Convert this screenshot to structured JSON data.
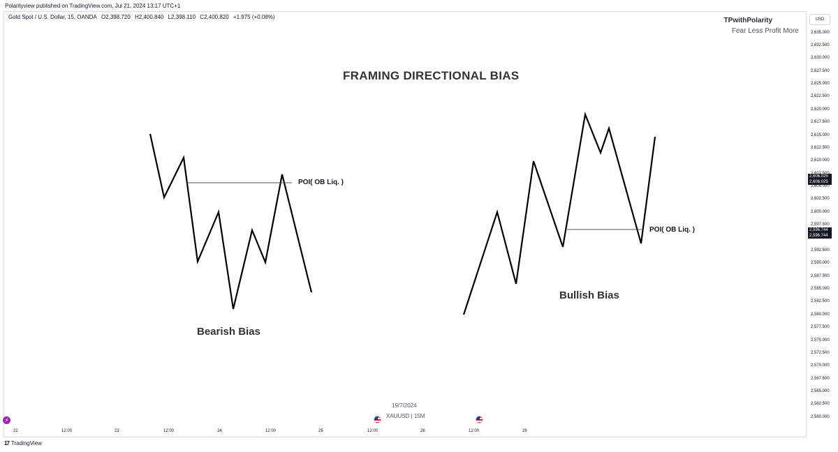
{
  "header": {
    "publisher_line": "Polarityview published on TradingView.com, Jul 21, 2024 13:17 UTC+1"
  },
  "symbol": {
    "name": "Gold Spot / U.S. Dollar, 15, OANDA",
    "open": "O2,398.720",
    "high": "H2,400.840",
    "low": "L2,398.110",
    "close": "C2,400.820",
    "change": "+1.975 (+0.08%)"
  },
  "watermark": {
    "name": "TPwithPolarity",
    "tagline": "Fear Less Profit More"
  },
  "price_axis": {
    "currency": "USD",
    "ticks": [
      "2,635.000",
      "2,632.500",
      "2,630.000",
      "2,627.500",
      "2,625.000",
      "2,622.500",
      "2,620.000",
      "2,617.500",
      "2,615.000",
      "2,612.500",
      "2,610.000",
      "2,607.500",
      "2,605.000",
      "2,602.500",
      "2,600.000",
      "2,597.500",
      "2,595.000",
      "2,592.500",
      "2,590.000",
      "2,587.500",
      "2,585.000",
      "2,582.500",
      "2,580.000",
      "2,577.500",
      "2,575.000",
      "2,572.500",
      "2,570.000",
      "2,567.500",
      "2,565.000",
      "2,562.500",
      "2,560.000"
    ],
    "tags": [
      "2,606.025",
      "2,606.025",
      "2,596.744",
      "2,596.744"
    ]
  },
  "time_axis": {
    "ticks": [
      "22",
      "12:00",
      "23",
      "12:00",
      "24",
      "12:00",
      "25",
      "12:00",
      "26",
      "12:00",
      "29"
    ]
  },
  "drawing": {
    "title": "FRAMING DIRECTIONAL BIAS",
    "bearish_label": "Bearish Bias",
    "bullish_label": "Bullish Bias",
    "poi_bearish": "POI( OB Liq. )",
    "poi_bullish": "POI( OB Liq. )"
  },
  "footer": {
    "date": "19/7/2024",
    "symbol_interval": "XAUUSD | 15M",
    "branding": "TradingView"
  },
  "icons": {
    "flags": [
      "us-flag-icon",
      "us-flag-icon"
    ],
    "replay": "bolt-icon",
    "logo": "tradingview-logo-icon"
  },
  "colors": {
    "line": "#000000",
    "poi_line": "#555555",
    "price_tag_bg": "#131722",
    "axis_text": "#131722"
  }
}
